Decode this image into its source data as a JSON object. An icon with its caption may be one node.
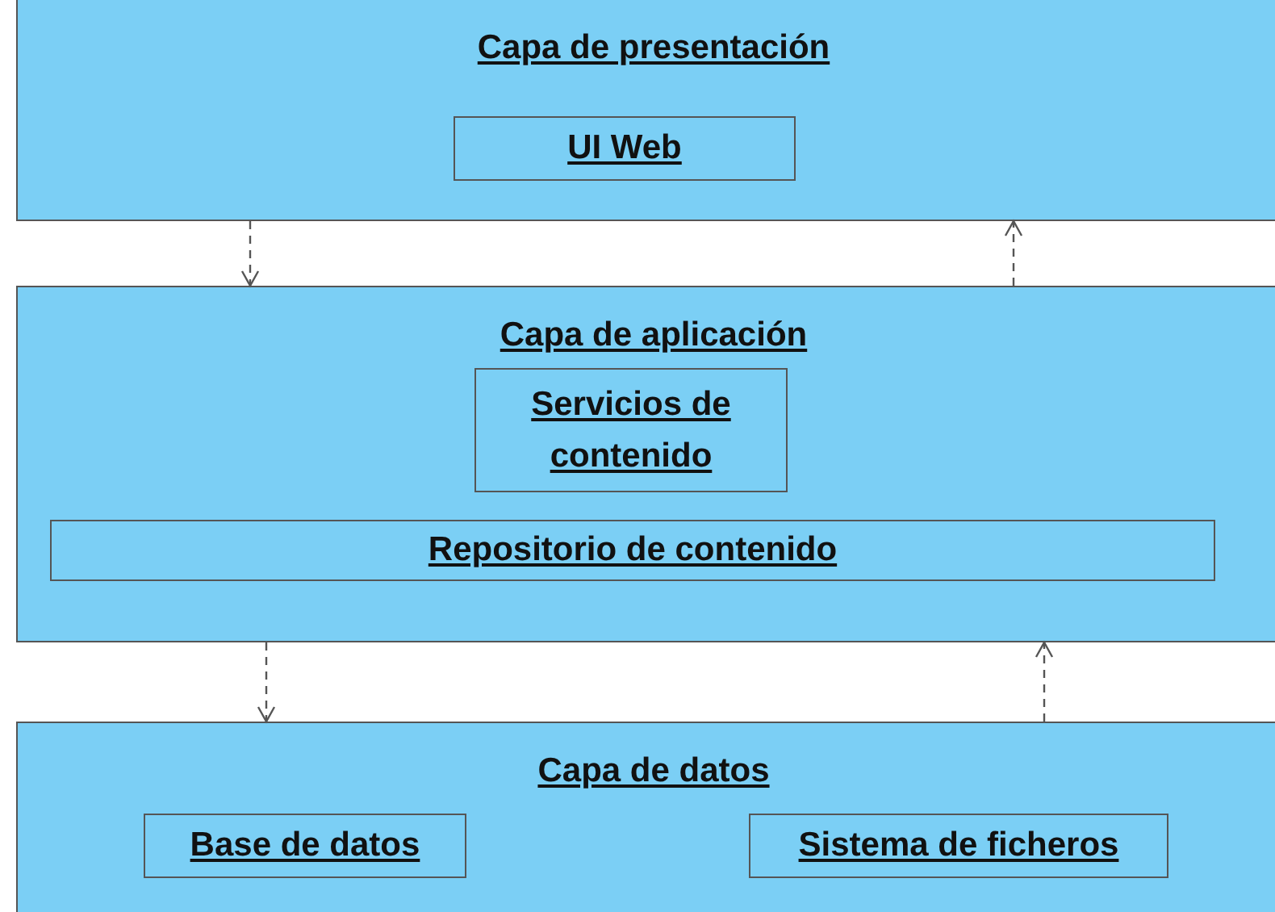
{
  "diagram": {
    "nodes": [
      {
        "text": [
          "Capa de presentación"
        ]
      },
      {
        "text": [
          "UI Web"
        ],
        "in": 0
      },
      {
        "text": [
          "Capa de aplicación"
        ]
      },
      {
        "text": [
          "Servicios de contenido"
        ],
        "in": 2
      },
      {
        "text": [
          "Repositorio de contenido"
        ],
        "in": 2
      },
      {
        "text": [
          "Capa de datos"
        ]
      },
      {
        "text": [
          "Base de datos"
        ],
        "in": 5
      },
      {
        "text": [
          "Sistema de ficheros"
        ],
        "in": 5
      }
    ],
    "edges": [
      {
        "from": 0,
        "to": 2,
        "arrow": "to",
        "style": "dashed"
      },
      {
        "from": 2,
        "to": 0,
        "arrow": "to",
        "style": "dashed"
      },
      {
        "from": 2,
        "to": 5,
        "arrow": "to",
        "style": "dashed"
      },
      {
        "from": 5,
        "to": 2,
        "arrow": "to",
        "style": "dashed"
      }
    ]
  }
}
